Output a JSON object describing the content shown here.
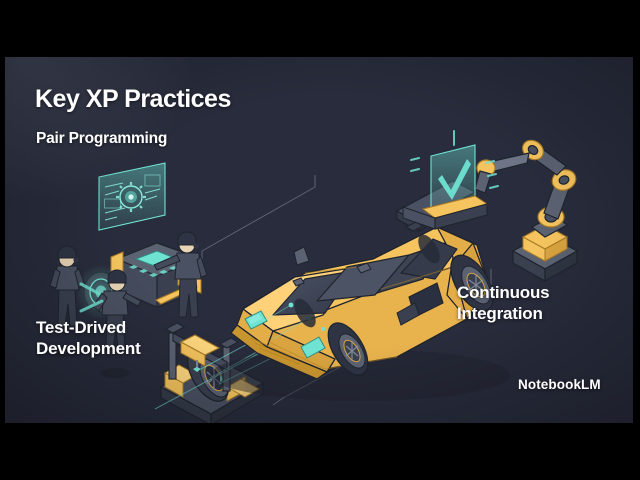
{
  "slide": {
    "title": "Key XP Practices",
    "background_color": "#282c3c",
    "labels": {
      "pair_programming": "Pair Programming",
      "test_driven_development": "Test-Drived\nDevelopment",
      "continuous_integration": "Continuous\nIntegration"
    },
    "watermark": "NotebookLM",
    "palette": {
      "background": "#282c3c",
      "text": "#ffffff",
      "car_yellow": "#f5c45e",
      "car_yellow_dark": "#d9a43f",
      "car_yellow_light": "#ffd87e",
      "metal_gray": "#5b6272",
      "metal_dark": "#3c4252",
      "glass_dark": "#3a4050",
      "accent_cyan": "#6fe3d2",
      "accent_cyan_dim": "#3fae9f",
      "guide_line": "#7e869a",
      "letterbox": "#000000"
    },
    "illustration": {
      "type": "isometric-line-art",
      "scene": "car assembly / quality-assurance factory floor",
      "elements": [
        {
          "name": "sports-car",
          "color": "#f5c45e",
          "note": "low-poly isometric yellow supercar, center"
        },
        {
          "name": "engine-block",
          "color": "#f5c45e",
          "note": "engine on stand with cyan core, left"
        },
        {
          "name": "holographic-screen",
          "color": "#6fe3d2",
          "note": "cyan diagnostics hologram above engine"
        },
        {
          "name": "technician-figure",
          "count": 3,
          "color": "#3c4252",
          "note": "three dark-suited workers around engine"
        },
        {
          "name": "wheel-test-rig",
          "color": "#5b6272",
          "note": "tire on alignment rig with yellow chocks, lower left"
        },
        {
          "name": "robot-arm",
          "color": "#f5c45e",
          "note": "articulated robotic arm, right"
        },
        {
          "name": "checkmark-hologram",
          "color": "#6fe3d2",
          "note": "cyan check mark panel held by robot arm"
        },
        {
          "name": "measurement-bracket",
          "color": "#7e869a",
          "note": "thin isometric guide brackets framing the car"
        }
      ]
    }
  }
}
